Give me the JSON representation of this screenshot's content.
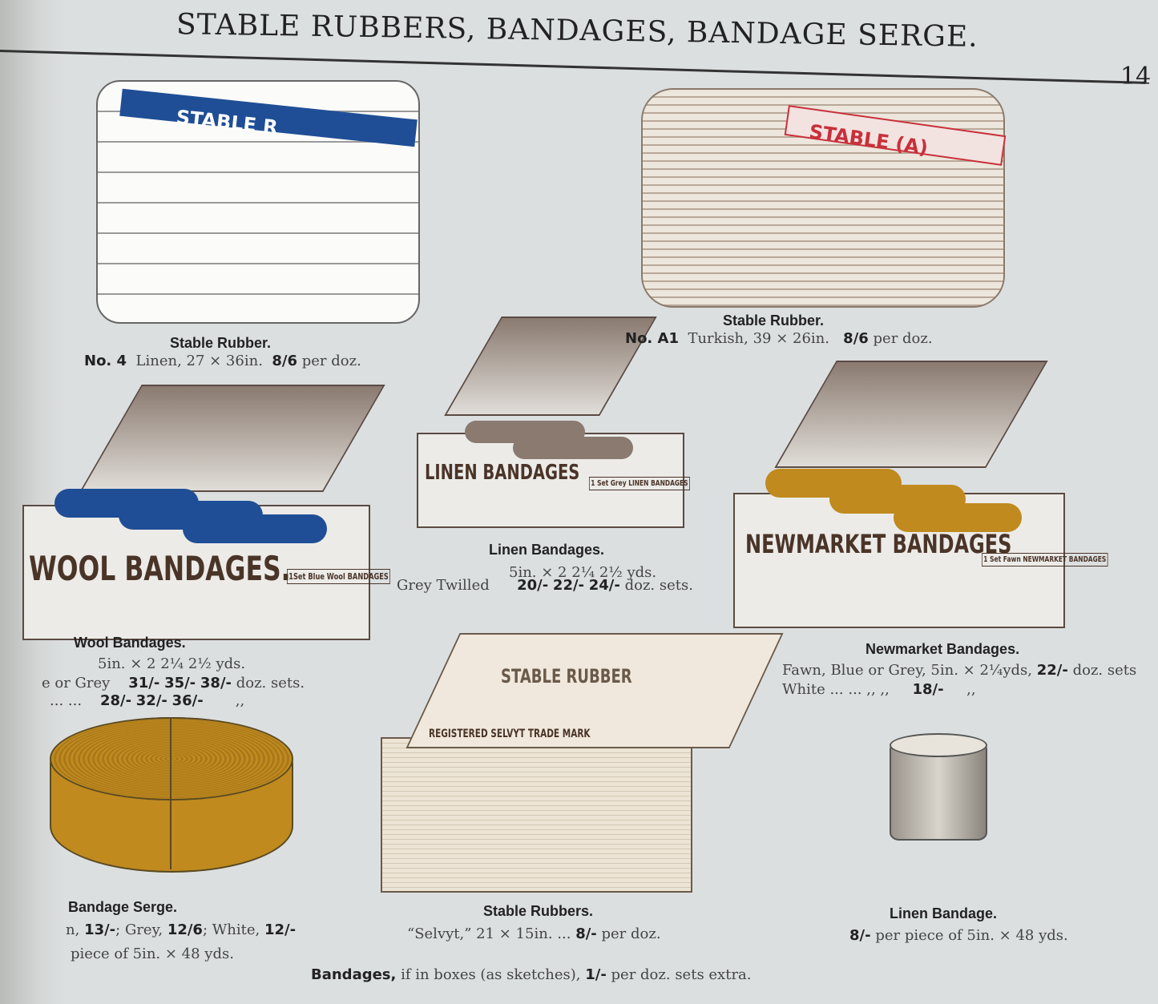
{
  "header": {
    "title": "STABLE RUBBERS, BANDAGES, BANDAGE SERGE.",
    "page_number": "14"
  },
  "items": {
    "stable_rubber_4": {
      "caption": "Stable Rubber.",
      "no": "No. 4",
      "desc": "Linen, 27 × 36in.",
      "price": "8/6",
      "unit": "per doz.",
      "illustration_text": "STABLE R"
    },
    "stable_rubber_a1": {
      "caption": "Stable Rubber.",
      "no": "No. A1",
      "desc": "Turkish, 39 × 26in.",
      "price": "8/6",
      "unit": "per doz.",
      "illustration_text": "STABLE (A)"
    },
    "wool_bandages": {
      "caption": "Wool Bandages.",
      "sizes": "5in. × 2     2¼   2½ yds.",
      "row1_label": "e or Grey",
      "row1_prices": [
        "31/-",
        "35/-",
        "38/-"
      ],
      "row1_unit": "doz. sets.",
      "row2_label": "...      ...",
      "row2_prices": [
        "28/-",
        "32/-",
        "36/-"
      ],
      "row2_unit": ",,",
      "box_label": "WOOL BANDAGES.",
      "box_side": "1Set Blue Wool BANDAGES"
    },
    "linen_bandages": {
      "caption": "Linen Bandages.",
      "sizes": "5in. × 2     2¼     2½ yds.",
      "row_label": "Grey Twilled",
      "prices": [
        "20/-",
        "22/-",
        "24/-"
      ],
      "unit": "doz. sets.",
      "box_label": "LINEN BANDAGES",
      "box_side": "1 Set Grey LINEN BANDAGES"
    },
    "newmarket_bandages": {
      "caption": "Newmarket Bandages.",
      "row1": "Fawn, Blue or Grey, 5in. × 2¼yds,",
      "row1_price": "22/-",
      "row1_unit": "doz. sets",
      "row2_label": "White   ...   ...   ,,   ,,",
      "row2_price": "18/-",
      "row2_unit": ",,",
      "box_label": "NEWMARKET BANDAGES",
      "box_side": "1 Set Fawn NEWMARKET BANDAGES"
    },
    "bandage_serge": {
      "caption": "Bandage Serge.",
      "line1_a": "n,",
      "line1_p1": "13/-",
      "line1_b": "; Grey,",
      "line1_p2": "12/6",
      "line1_c": "; White,",
      "line1_p3": "12/-",
      "line2": "piece of 5in. × 48 yds."
    },
    "stable_rubbers_selvyt": {
      "caption": "Stable Rubbers.",
      "desc": "“Selvyt,” 21 × 15in.   ...",
      "price": "8/-",
      "unit": "per doz.",
      "illustration_text": "STABLE RUBBER",
      "trademark": "REGISTERED SELVYT TRADE MARK"
    },
    "linen_bandage": {
      "caption": "Linen Bandage.",
      "price": "8/-",
      "desc": "per piece of 5in. × 48 yds."
    }
  },
  "footer": {
    "bold": "Bandages,",
    "text": "if in boxes (as sketches),",
    "price": "1/-",
    "tail": "per doz. sets extra."
  },
  "colors": {
    "page": "#dcdfe0",
    "blue": "#1f4e96",
    "gold": "#c08a1e",
    "red": "#c8303a",
    "brown": "#5a4a42"
  }
}
